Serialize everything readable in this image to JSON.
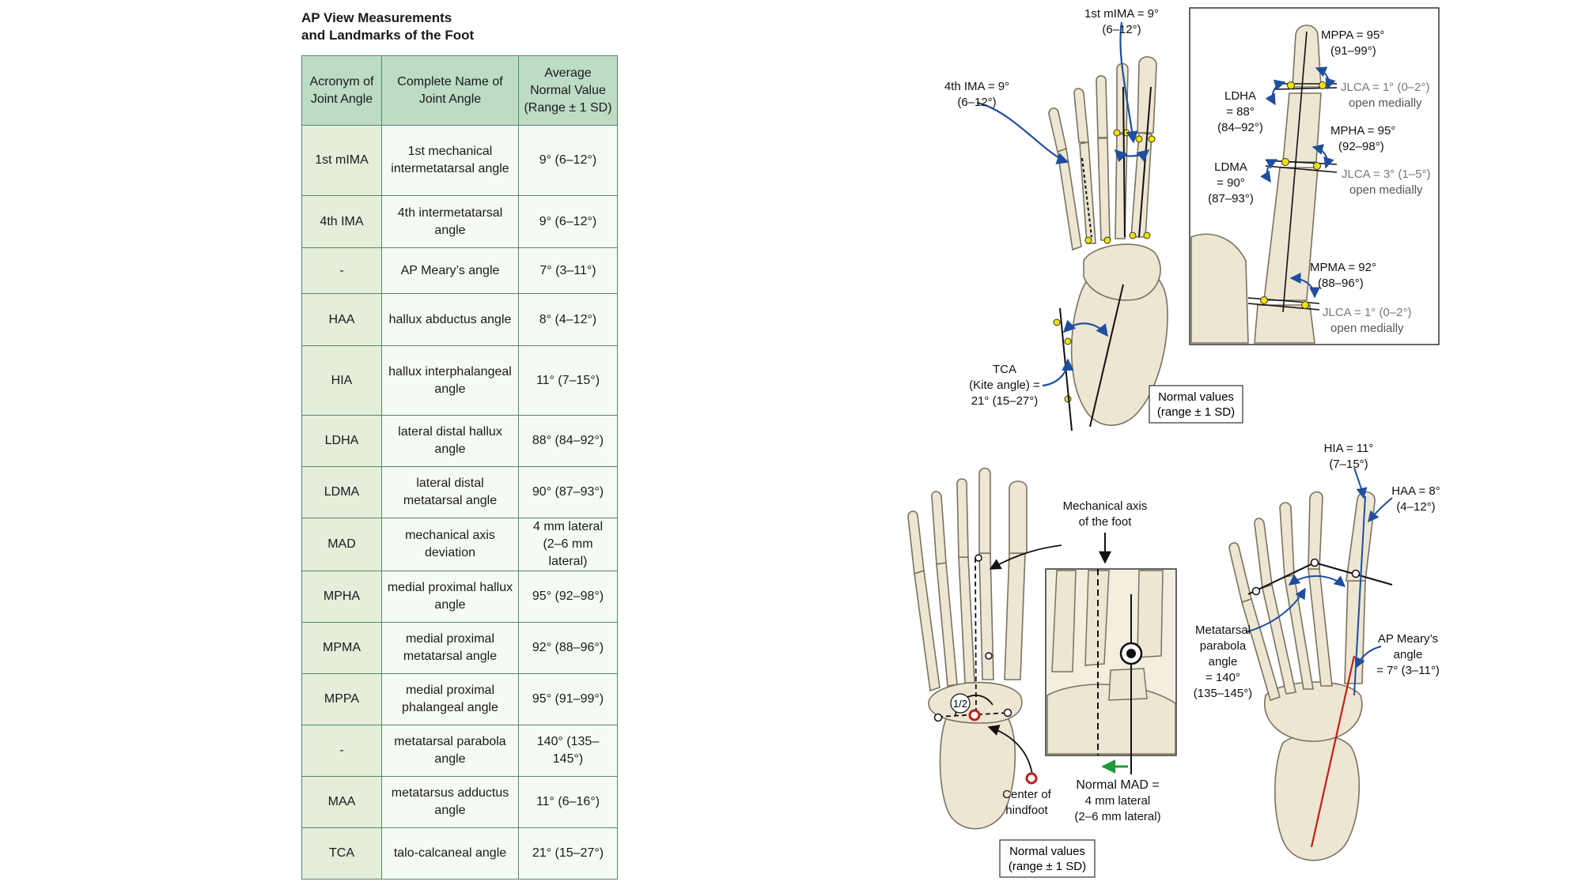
{
  "table": {
    "title_line1": "AP View Measurements",
    "title_line2": "and Landmarks of the Foot",
    "headers": [
      "Acronym of Joint Angle",
      "Complete Name of Joint Angle",
      "Average Normal Value (Range ± 1 SD)"
    ],
    "rows": [
      {
        "acronym": "1st mIMA",
        "name": "1st mechanical intermetatarsal angle",
        "value": "9° (6–12°)"
      },
      {
        "acronym": "4th IMA",
        "name": "4th intermetatarsal angle",
        "value": "9° (6–12°)"
      },
      {
        "acronym": "-",
        "name": "AP Meary’s angle",
        "value": "7° (3–11°)"
      },
      {
        "acronym": "HAA",
        "name": "hallux abductus angle",
        "value": "8° (4–12°)"
      },
      {
        "acronym": "HIA",
        "name": "hallux interphalangeal angle",
        "value": "11° (7–15°)"
      },
      {
        "acronym": "LDHA",
        "name": "lateral distal hallux angle",
        "value": "88° (84–92°)"
      },
      {
        "acronym": "LDMA",
        "name": "lateral distal metatarsal angle",
        "value": "90° (87–93°)"
      },
      {
        "acronym": "MAD",
        "name": "mechanical axis deviation",
        "value": "4 mm lateral (2–6 mm lateral)"
      },
      {
        "acronym": "MPHA",
        "name": "medial proximal hallux angle",
        "value": "95° (92–98°)"
      },
      {
        "acronym": "MPMA",
        "name": "medial proximal metatarsal angle",
        "value": "92° (88–96°)"
      },
      {
        "acronym": "MPPA",
        "name": "medial proximal phalangeal angle",
        "value": "95° (91–99°)"
      },
      {
        "acronym": "-",
        "name": "metatarsal parabola angle",
        "value": "140° (135–145°)"
      },
      {
        "acronym": "MAA",
        "name": "metatarsus adductus angle",
        "value": "11° (6–16°)"
      },
      {
        "acronym": "TCA",
        "name": "talo-calcaneal angle",
        "value": "21° (15–27°)"
      }
    ]
  },
  "foot_top": {
    "mima_line1": "1st mIMA = 9°",
    "mima_line2": "(6–12°)",
    "ima_line1": "4th IMA = 9°",
    "ima_line2": "(6–12°)",
    "tca_line1": "TCA",
    "tca_line2": "(Kite angle) =",
    "tca_line3": "21° (15–27°)",
    "normal_line1": "Normal values",
    "normal_line2": "(range ± 1 SD)"
  },
  "hallux_inset": {
    "mppa_line1": "MPPA = 95°",
    "mppa_line2": "(91–99°)",
    "ldha_line1": "LDHA",
    "ldha_line2": "= 88°",
    "ldha_line3": "(84–92°)",
    "jlca1_line1": "JLCA = 1° (0–2°)",
    "jlca1_line2": "open medially",
    "mpha_line1": "MPHA = 95°",
    "mpha_line2": "(92–98°)",
    "ldma_line1": "LDMA",
    "ldma_line2": "= 90°",
    "ldma_line3": "(87–93°)",
    "jlca2_line1": "JLCA = 3° (1–5°)",
    "jlca2_line2": "open medially",
    "mpma_line1": "MPMA = 92°",
    "mpma_line2": "(88–96°)",
    "jlca3_line1": "JLCA = 1° (0–2°)",
    "jlca3_line2": "open medially"
  },
  "foot_mad": {
    "axis_line1": "Mechanical axis",
    "axis_line2": "of the foot",
    "half_label": "1/2",
    "center_line1": "Center of",
    "center_line2": "hindfoot",
    "mad_line1": "Normal MAD =",
    "mad_line2": "4 mm lateral",
    "mad_line3": "(2–6 mm lateral)",
    "normal_line1": "Normal values",
    "normal_line2": "(range ± 1 SD)"
  },
  "foot_right": {
    "hia_line1": "HIA = 11°",
    "hia_line2": "(7–15°)",
    "haa_line1": "HAA = 8°",
    "haa_line2": "(4–12°)",
    "parabola_line1": "Metatarsal",
    "parabola_line2": "parabola",
    "parabola_line3": "angle",
    "parabola_line4": "= 140°",
    "parabola_line5": "(135–145°)",
    "meary_line1": "AP Meary’s",
    "meary_line2": "angle",
    "meary_line3": "= 7° (3–11°)"
  },
  "colors": {
    "table_border": "#4f8a69",
    "table_header": "#bcdcc4",
    "table_first_col": "#e4eedb",
    "bone_fill": "#ece6d3",
    "bone_stroke": "#7a7260",
    "arrow_blue": "#1f4e9e",
    "landmark_yellow": "#f1e100",
    "axis_red": "#c0201a",
    "mad_green": "#1f9a3a"
  }
}
